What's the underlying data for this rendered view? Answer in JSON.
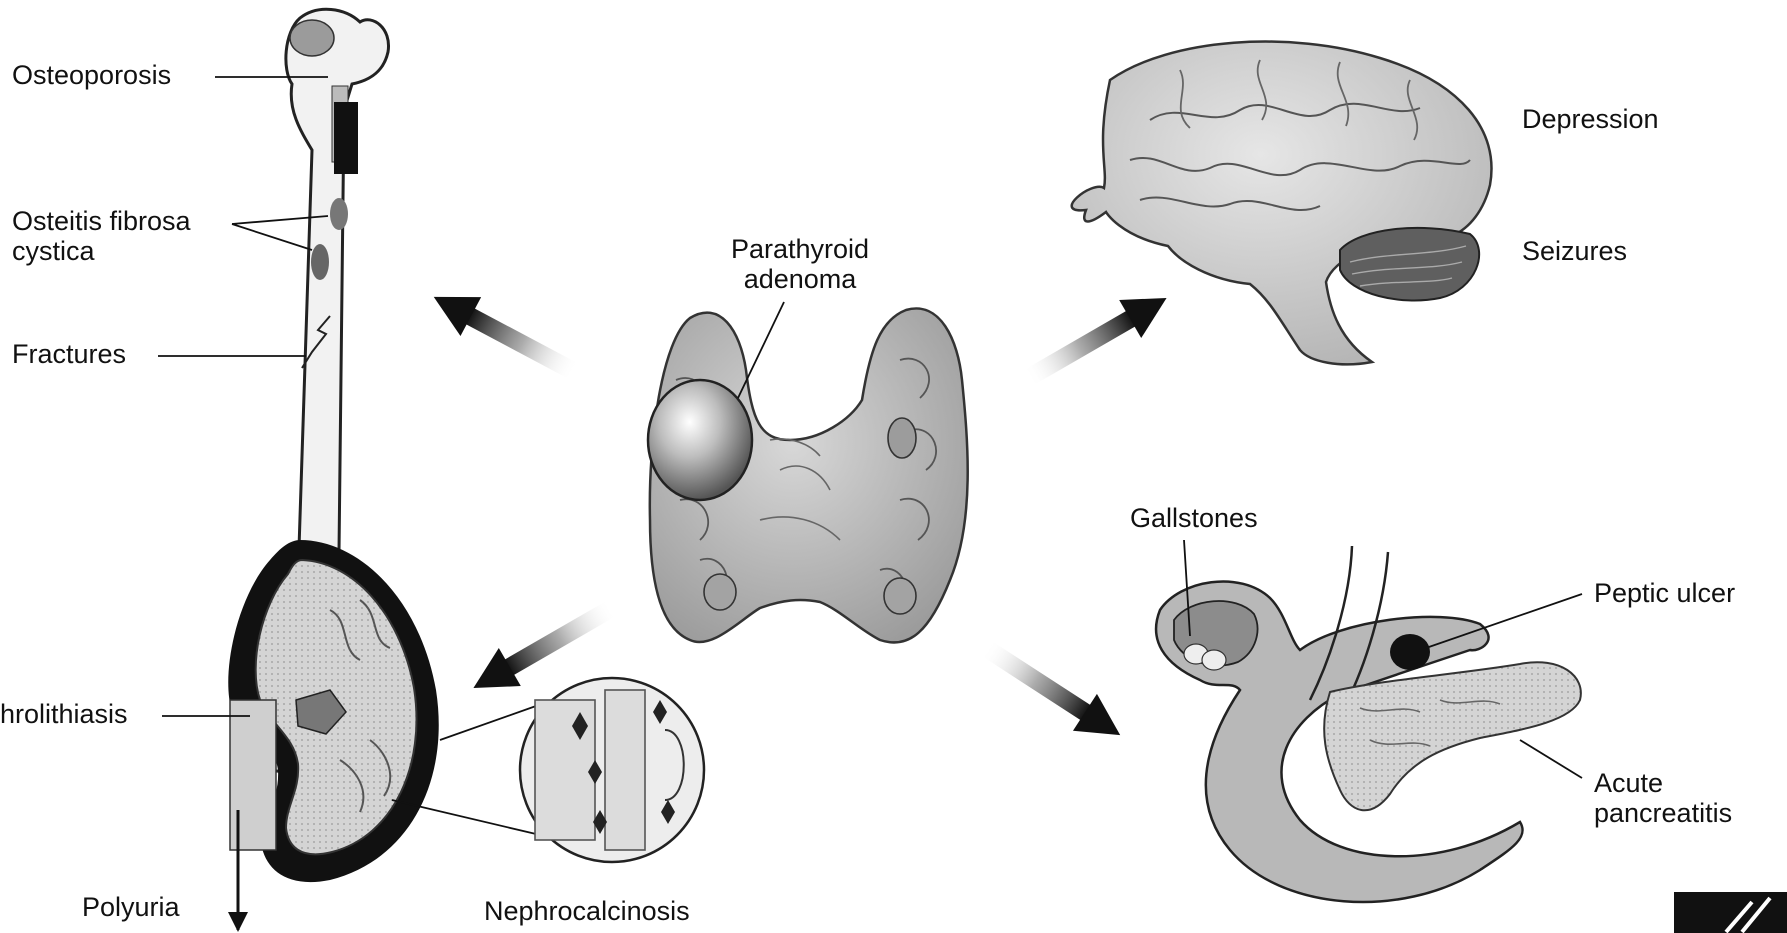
{
  "center": {
    "label_line1": "Parathyroid",
    "label_line2": "adenoma"
  },
  "bone": {
    "osteoporosis": "Osteoporosis",
    "osteitis_line1": "Osteitis fibrosa",
    "osteitis_line2": "cystica",
    "fractures": "Fractures"
  },
  "brain": {
    "depression": "Depression",
    "seizures": "Seizures"
  },
  "kidney": {
    "nephrolithiasis": "hrolithiasis",
    "polyuria": "Polyuria",
    "nephrocalcinosis": "Nephrocalcinosis"
  },
  "gi": {
    "gallstones": "Gallstones",
    "peptic_ulcer": "Peptic ulcer",
    "pancreatitis_line1": "Acute",
    "pancreatitis_line2": "pancreatitis"
  },
  "colors": {
    "ink": "#111111",
    "tissue": "#cfcfcf",
    "shade": "#8a8a8a",
    "dark": "#1a1a1a"
  }
}
